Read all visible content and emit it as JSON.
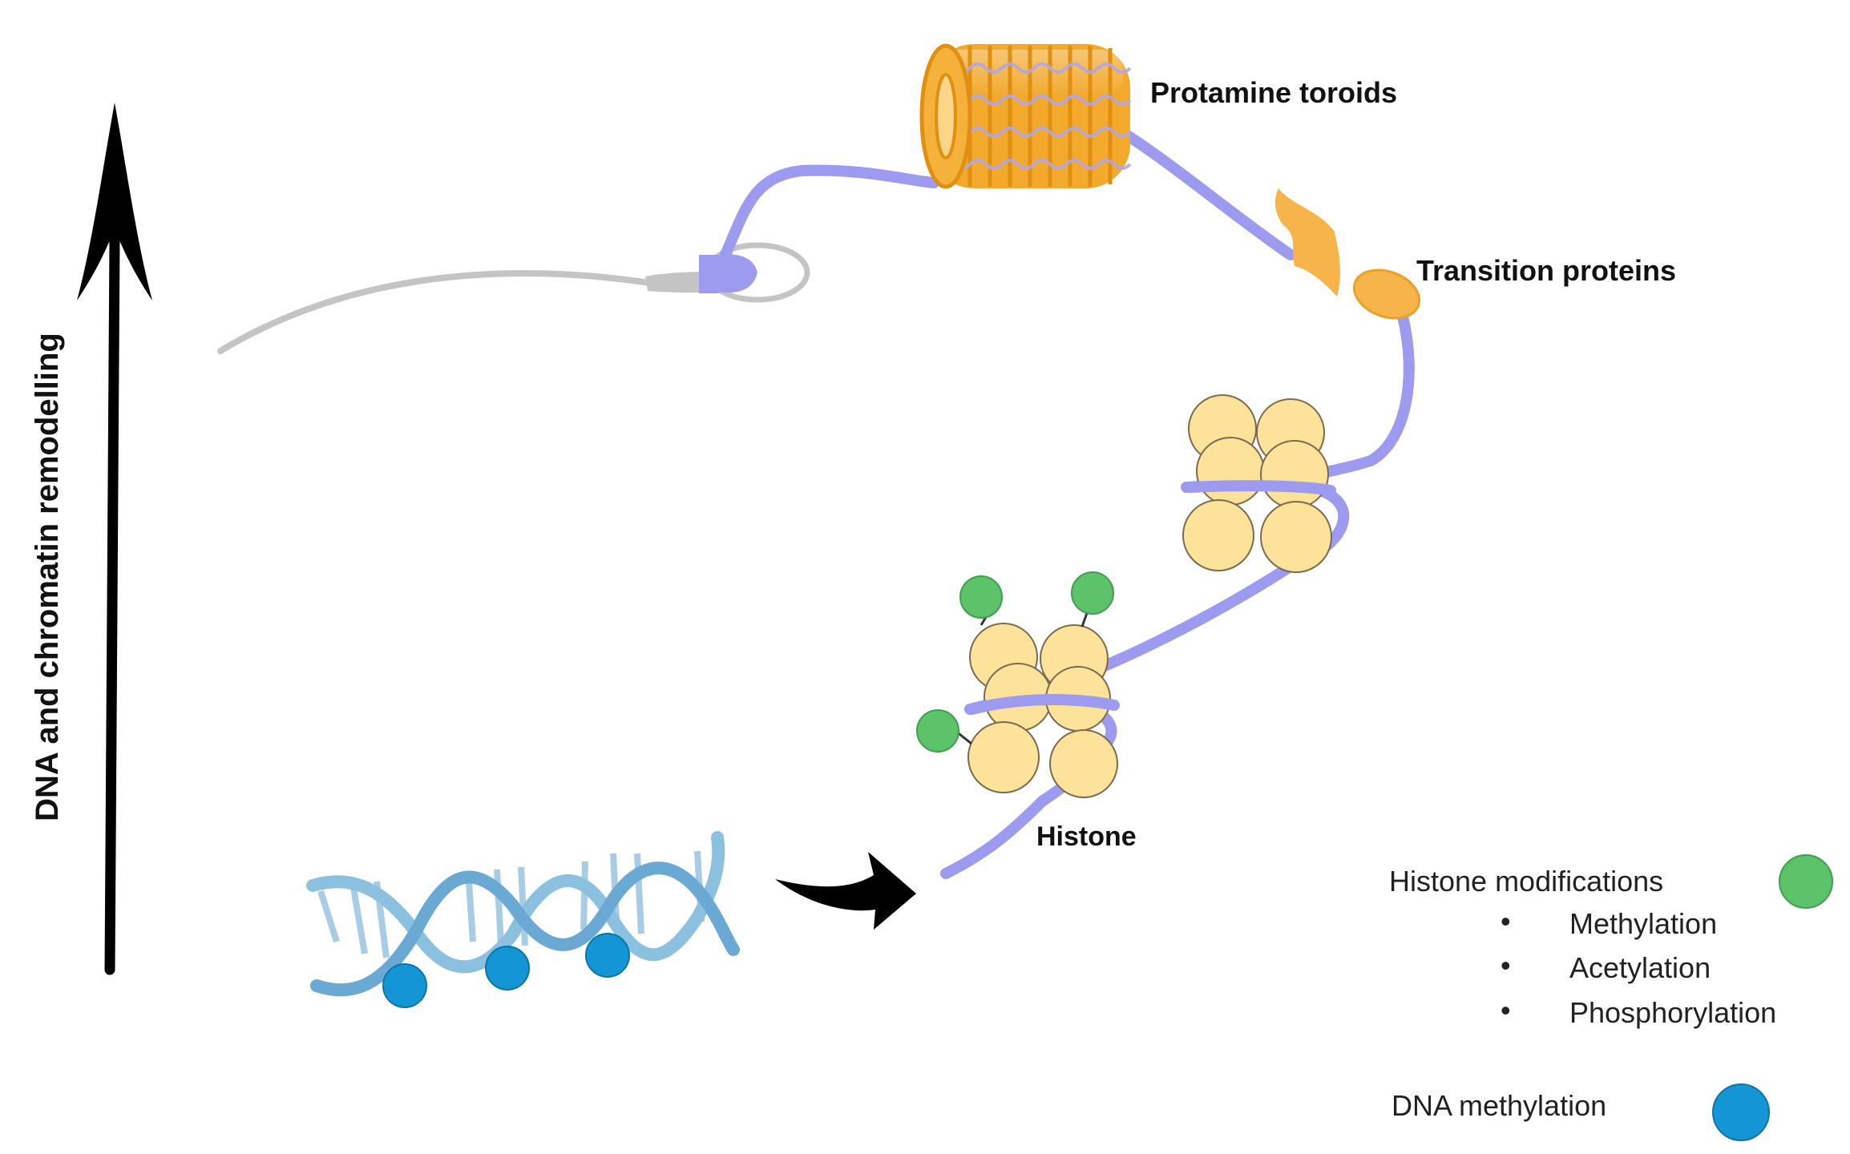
{
  "axis_label": "DNA and chromatin remodelling",
  "labels": {
    "protamine": "Protamine toroids",
    "transition": "Transition proteins",
    "histone": "Histone"
  },
  "legend": {
    "histone_mods_title": "Histone modifications",
    "histone_mods_items": [
      "Methylation",
      "Acetylation",
      "Phosphorylation"
    ],
    "bullet": "•",
    "dna_methylation": "DNA methylation"
  },
  "colors": {
    "dna_strand": "#9d9bf0",
    "toroid": "#f2a92c",
    "histone": "#fde39a",
    "histone_mod": "#5cc36b",
    "dna_methyl": "#1496d6",
    "helix": "#8cc0df",
    "sperm": "#c4c4c4"
  }
}
